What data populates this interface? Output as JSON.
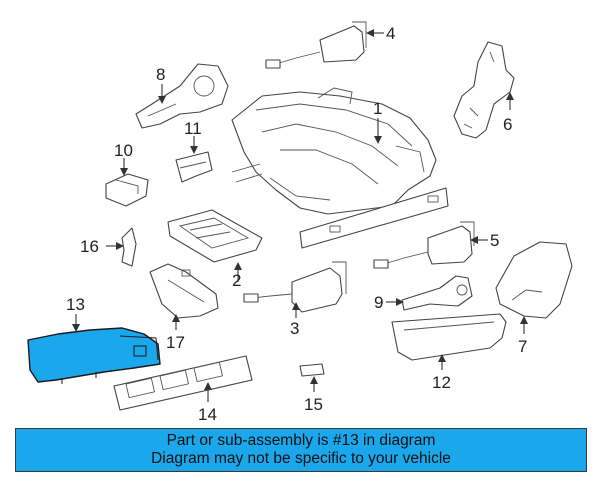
{
  "diagram": {
    "highlight_color": "#1aa7ec",
    "highlighted_part": "13",
    "parts": [
      {
        "id": "1",
        "label": "1"
      },
      {
        "id": "2",
        "label": "2"
      },
      {
        "id": "3",
        "label": "3"
      },
      {
        "id": "4",
        "label": "4"
      },
      {
        "id": "5",
        "label": "5"
      },
      {
        "id": "6",
        "label": "6"
      },
      {
        "id": "7",
        "label": "7"
      },
      {
        "id": "8",
        "label": "8"
      },
      {
        "id": "9",
        "label": "9"
      },
      {
        "id": "10",
        "label": "10"
      },
      {
        "id": "11",
        "label": "11"
      },
      {
        "id": "12",
        "label": "12"
      },
      {
        "id": "13",
        "label": "13"
      },
      {
        "id": "14",
        "label": "14"
      },
      {
        "id": "15",
        "label": "15"
      },
      {
        "id": "16",
        "label": "16"
      },
      {
        "id": "17",
        "label": "17"
      }
    ]
  },
  "banner": {
    "line1": "Part or sub-assembly is #13 in diagram",
    "line2": "Diagram may not be specific to your vehicle",
    "background": "#1aa7ec"
  }
}
